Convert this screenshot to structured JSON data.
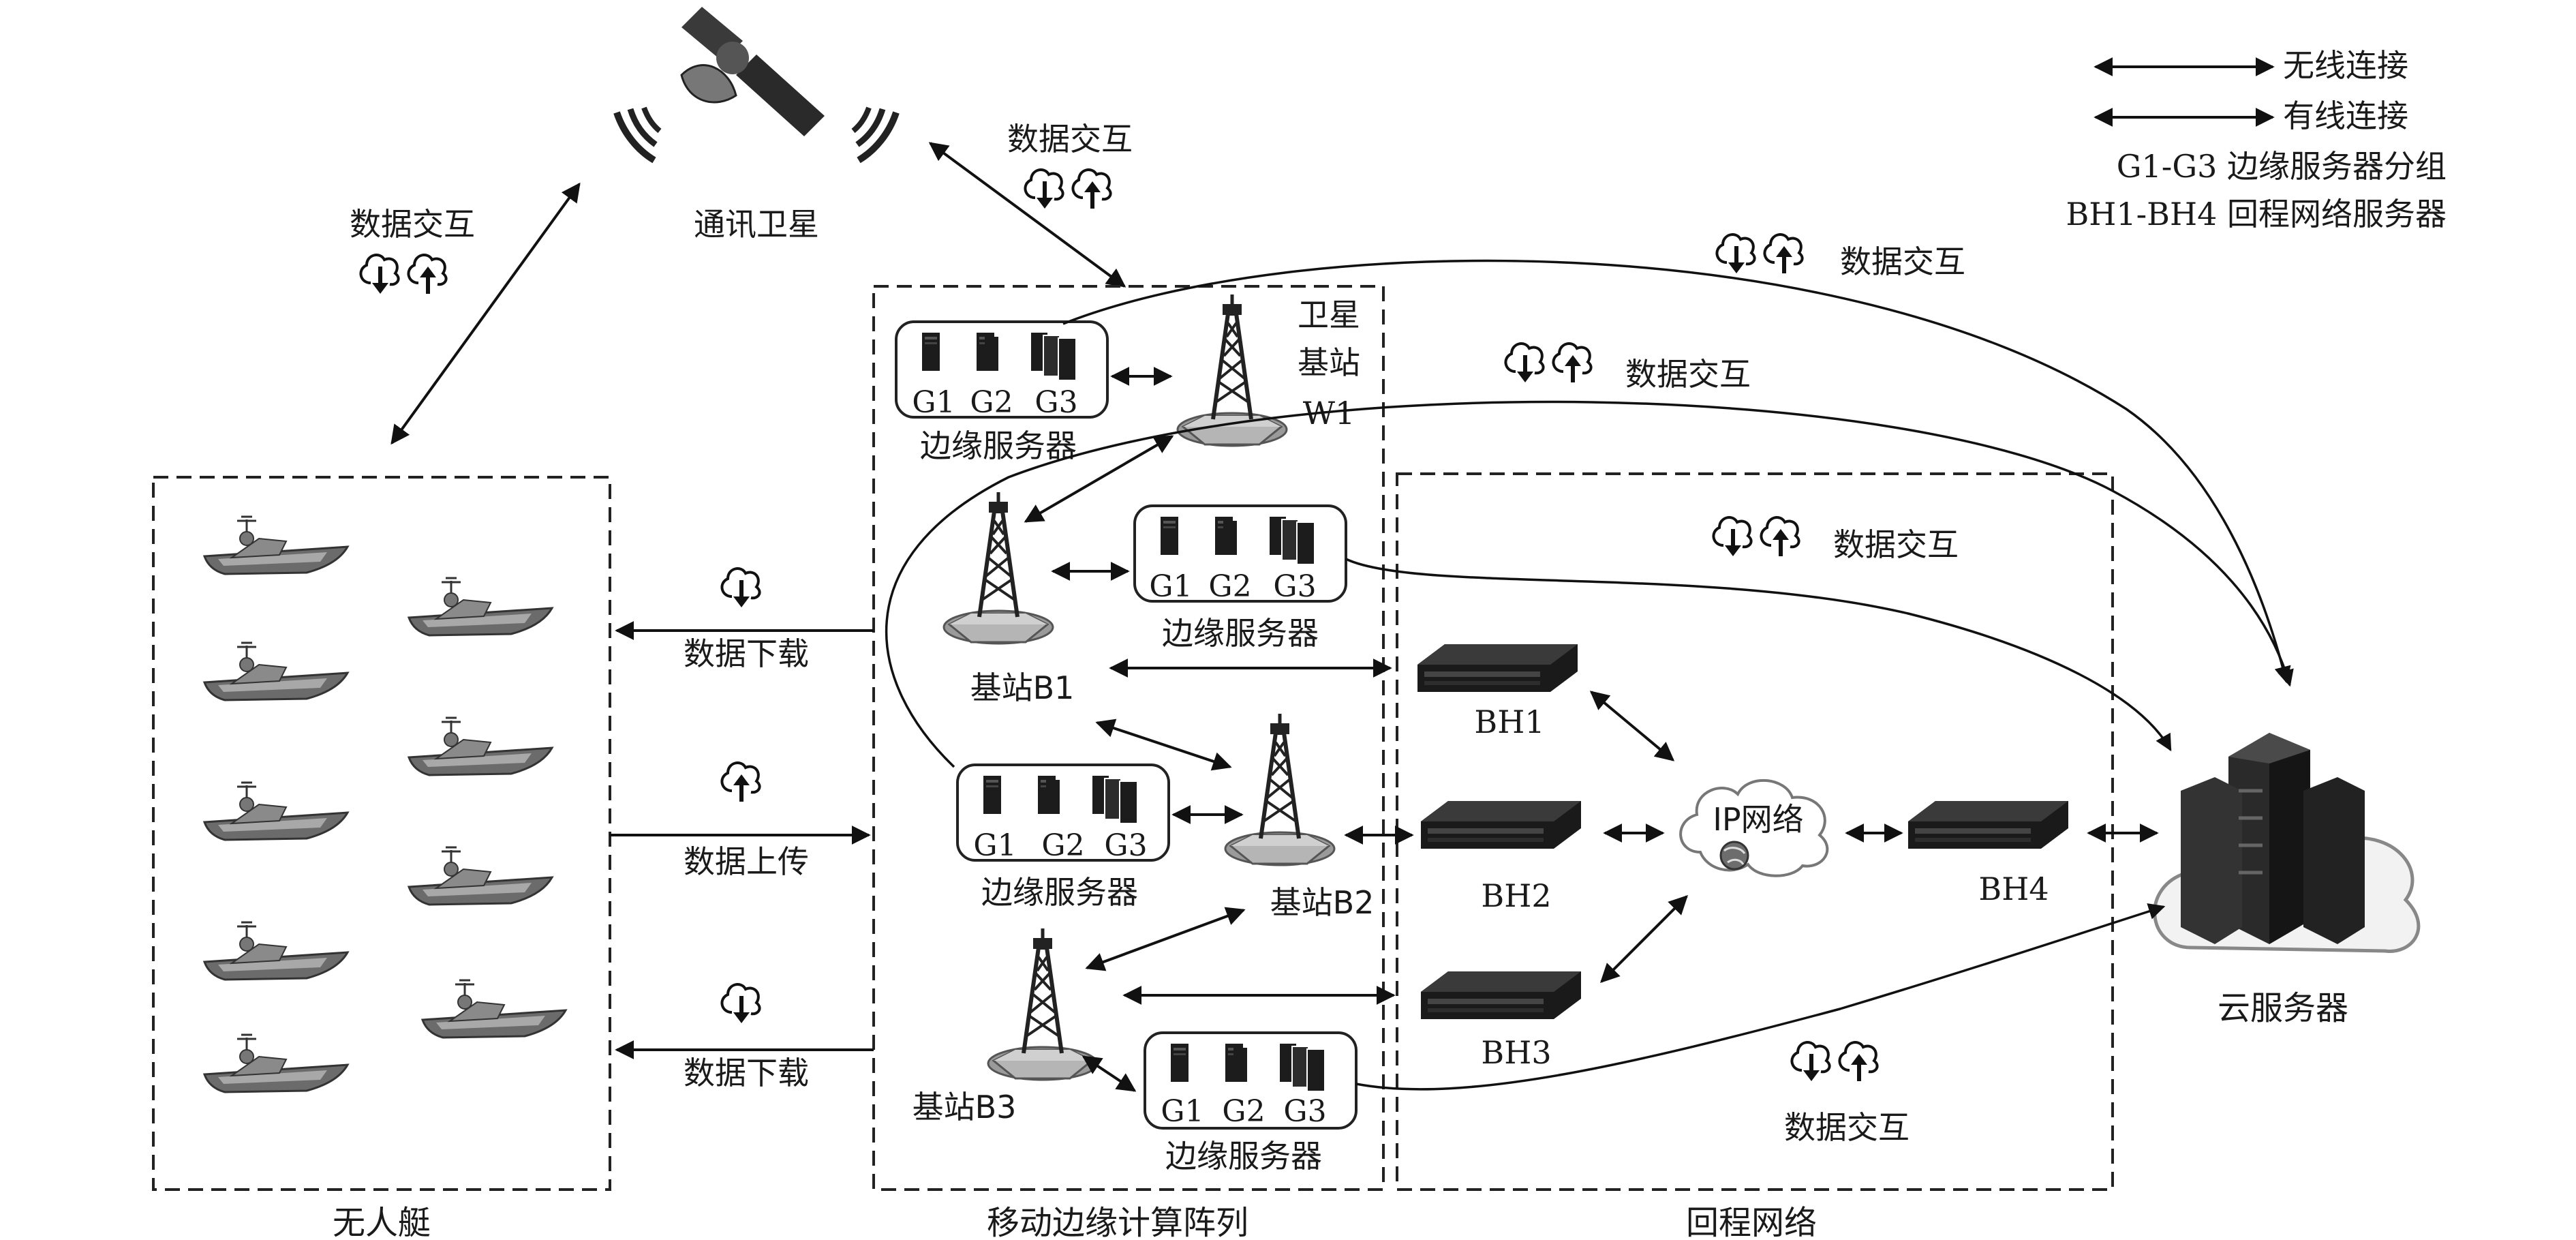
{
  "legend": {
    "wireless": "无线连接",
    "wired": "有线连接",
    "groups": "G1-G3 边缘服务器分组",
    "backhaul": "BH1-BH4 回程网络服务器"
  },
  "satellite_label": "通讯卫星",
  "regions": {
    "usv": "无人艇",
    "mec": "移动边缘计算阵列",
    "backhaul": "回程网络"
  },
  "satellite_station": {
    "line1": "卫星",
    "line2": "基站",
    "line3": "W1"
  },
  "base_stations": {
    "b1": "基站B1",
    "b2": "基站B2",
    "b3": "基站B3"
  },
  "edge_group": {
    "g1": "G1",
    "g2": "G2",
    "g3": "G3",
    "name": "边缘服务器"
  },
  "backhaul_servers": {
    "bh1": "BH1",
    "bh2": "BH2",
    "bh3": "BH3",
    "bh4": "BH4"
  },
  "ip_network": "IP网络",
  "cloud": "云服务器",
  "flows": {
    "exchange": "数据交互",
    "download": "数据下载",
    "upload": "数据上传"
  },
  "colors": {
    "line": "#111111",
    "server": "#1c1c1c",
    "gray": "#8a8a8a"
  },
  "icons": [
    "satellite-icon",
    "tower-icon",
    "server-rack-icon",
    "boat-icon",
    "cloud-icon",
    "globe-icon",
    "download-icon",
    "upload-icon"
  ]
}
